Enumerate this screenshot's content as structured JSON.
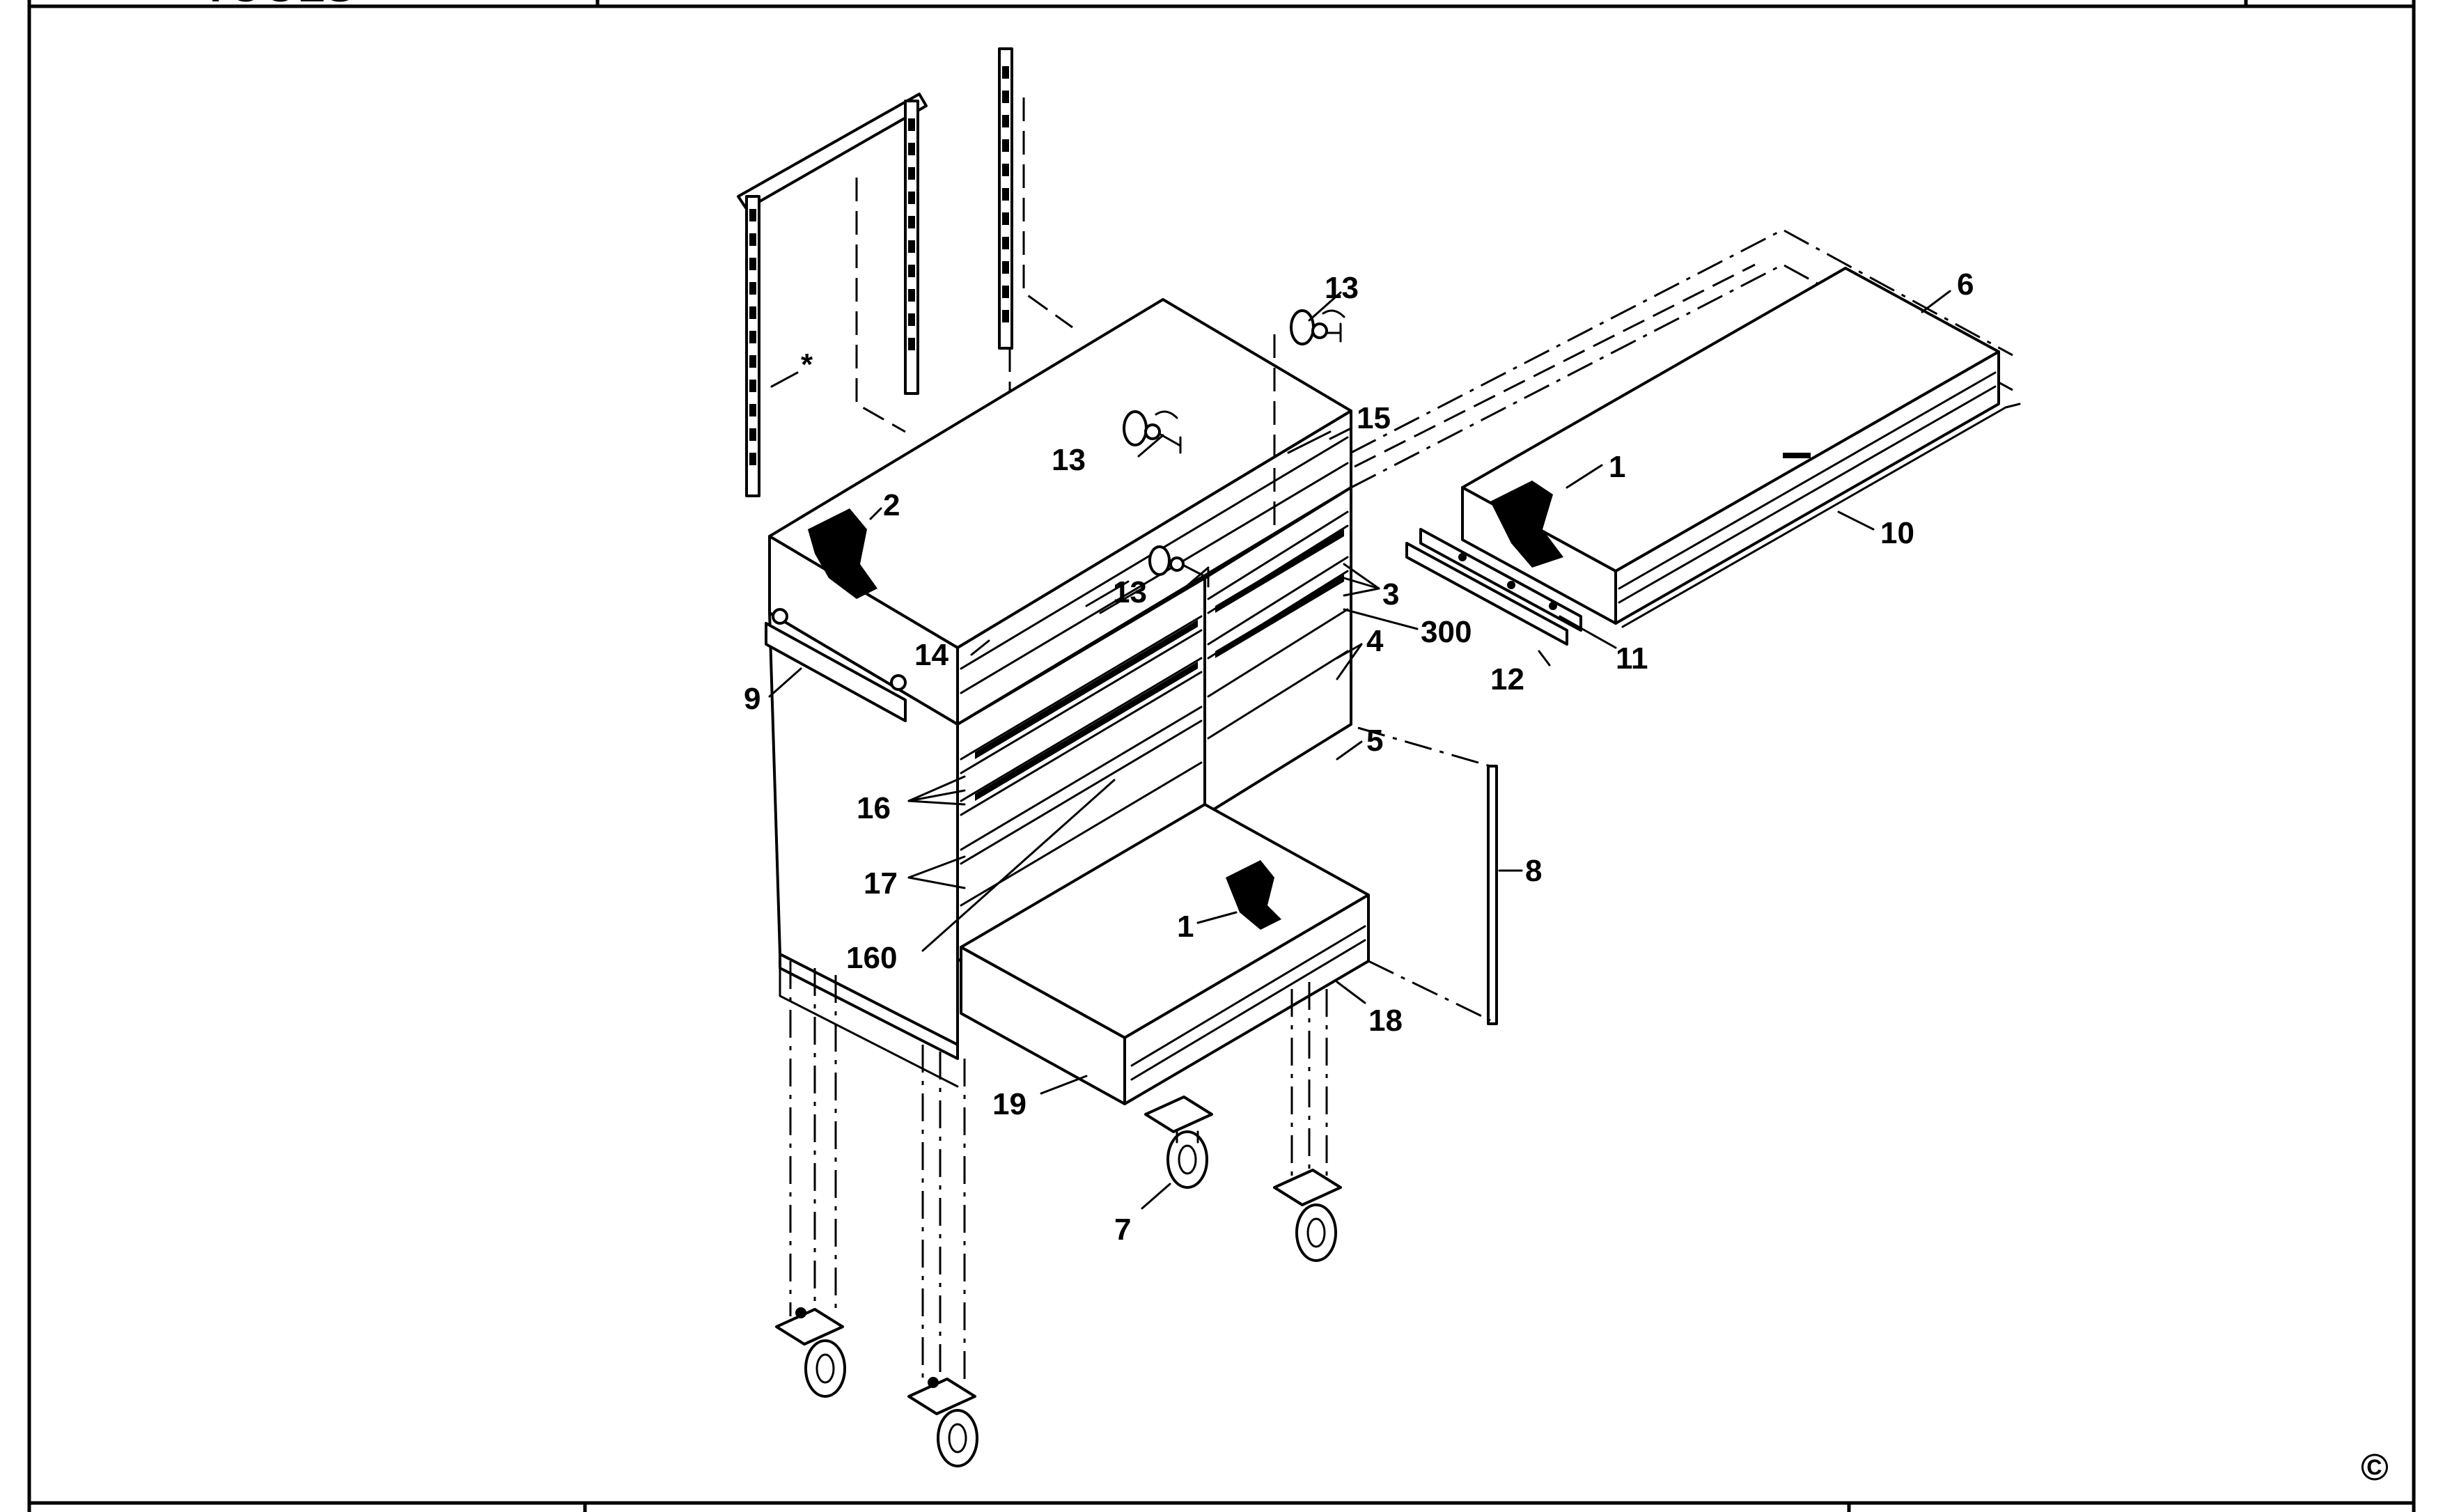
{
  "header": {
    "logo_text": "TOOLS"
  },
  "footer": {
    "copyright_symbol": "©"
  },
  "callouts": [
    {
      "id": "c-1a",
      "text": "1"
    },
    {
      "id": "c-1b",
      "text": "1"
    },
    {
      "id": "c-2",
      "text": "2"
    },
    {
      "id": "c-3",
      "text": "3"
    },
    {
      "id": "c-300",
      "text": "300"
    },
    {
      "id": "c-4",
      "text": "4"
    },
    {
      "id": "c-5",
      "text": "5"
    },
    {
      "id": "c-6",
      "text": "6"
    },
    {
      "id": "c-7",
      "text": "7"
    },
    {
      "id": "c-8",
      "text": "8"
    },
    {
      "id": "c-9",
      "text": "9"
    },
    {
      "id": "c-10",
      "text": "10"
    },
    {
      "id": "c-11",
      "text": "11"
    },
    {
      "id": "c-12",
      "text": "12"
    },
    {
      "id": "c-13a",
      "text": "13"
    },
    {
      "id": "c-13b",
      "text": "13"
    },
    {
      "id": "c-13c",
      "text": "13"
    },
    {
      "id": "c-14",
      "text": "14"
    },
    {
      "id": "c-15",
      "text": "15"
    },
    {
      "id": "c-16",
      "text": "16"
    },
    {
      "id": "c-17",
      "text": "17"
    },
    {
      "id": "c-160",
      "text": "160"
    },
    {
      "id": "c-18",
      "text": "18"
    },
    {
      "id": "c-19",
      "text": "19"
    },
    {
      "id": "c-star",
      "text": "*"
    }
  ]
}
